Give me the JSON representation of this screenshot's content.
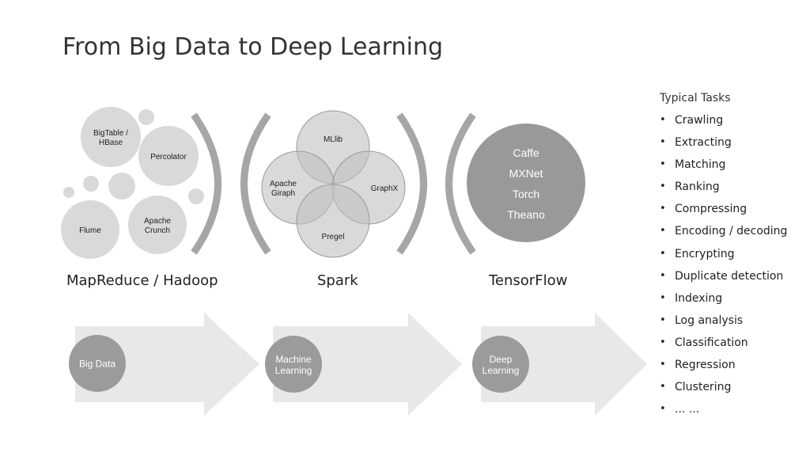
{
  "slide": {
    "title": "From Big Data to Deep Learning"
  },
  "mapreduce": {
    "circles": [
      "BigTable /\nHBase",
      "Percolator",
      "Flume",
      "Apache\nCrunch"
    ],
    "label": "MapReduce / Hadoop"
  },
  "spark": {
    "circles": [
      "MLlib",
      "Apache\nGiraph",
      "GraphX",
      "Pregel"
    ],
    "label": "Spark"
  },
  "tensorflow": {
    "items": [
      "Caffe",
      "MXNet",
      "Torch",
      "Theano"
    ],
    "label": "TensorFlow"
  },
  "stages": [
    "Big Data",
    "Machine\nLearning",
    "Deep\nLearning"
  ],
  "tasks": {
    "heading": "Typical Tasks",
    "items": [
      "Crawling",
      "Extracting",
      "Matching",
      "Ranking",
      "Compressing",
      "Encoding / decoding",
      "Encrypting",
      "Duplicate detection",
      "Indexing",
      "Log analysis",
      "Classification",
      "Regression",
      "Clustering",
      "... ..."
    ]
  },
  "colors": {
    "circle_light": "#d9d9d9",
    "circle_mid": "#bfbfbf",
    "circle_dark": "#999999",
    "bracket": "#a6a6a6",
    "arrow": "#e8e8e8",
    "stage_circle": "#9b9b9b"
  }
}
